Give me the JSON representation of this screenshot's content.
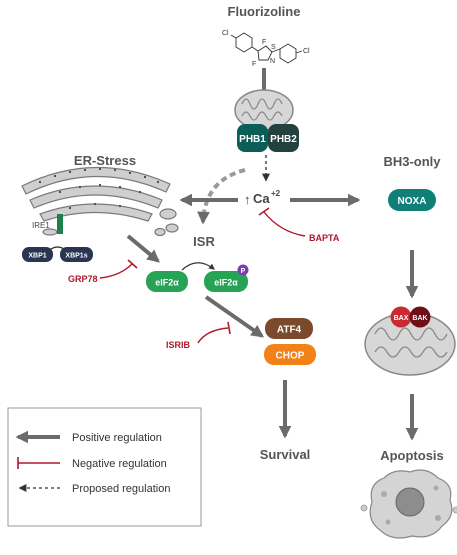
{
  "title": "Fluorizoline",
  "er_stress_label": "ER-Stress",
  "bh3_label": "BH3-only",
  "isr_label": "ISR",
  "ire1_label": "IRE1",
  "xbp1_label": "XBP1",
  "xbp1s_label": "XBP1s",
  "grp78_label": "GRP78",
  "phb1_label": "PHB1",
  "phb2_label": "PHB2",
  "ca_label": "Ca",
  "ca_charge": "+2",
  "bapta_label": "BAPTA",
  "noxa_label": "NOXA",
  "eif2a_label": "eIF2α",
  "eif2a_p_label": "eIF2α",
  "phospho_label": "P",
  "isrib_label": "ISRIB",
  "atf4_label": "ATF4",
  "chop_label": "CHOP",
  "bax_label": "BAX",
  "bak_label": "BAK",
  "survival_label": "Survival",
  "apoptosis_label": "Apoptosis",
  "molecule": {
    "cl_left": "Cl",
    "cl_right": "Cl",
    "f_top": "F",
    "f_bottom": "F",
    "n_label": "N",
    "s_label": "S"
  },
  "legend": {
    "positive": "Positive regulation",
    "negative": "Negative regulation",
    "proposed": "Proposed regulation"
  },
  "colors": {
    "arrow_gray": "#6b6b6b",
    "inhibit_red": "#b0182c",
    "teal_dark": "#0b5e57",
    "teal": "#0f7f78",
    "navy": "#2a3553",
    "green": "#27a356",
    "purple": "#7d3fb0",
    "brown": "#7b4a2c",
    "orange": "#f08218",
    "bax_red": "#cc2a32",
    "bak_dark": "#6e1018"
  }
}
